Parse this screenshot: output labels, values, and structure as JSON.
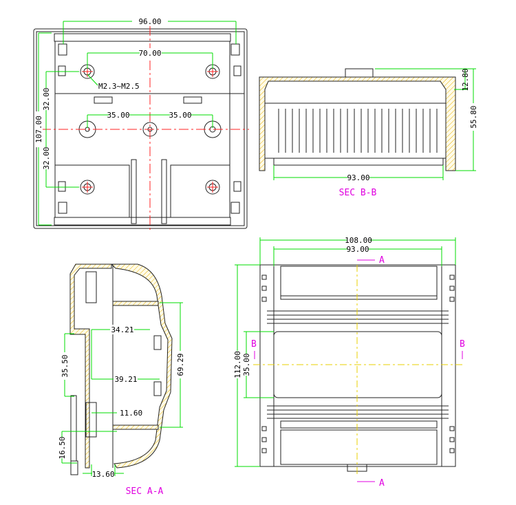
{
  "top_view": {
    "dims": {
      "width_total": "96.00",
      "height_total": "107.00",
      "hole_spacing": "70.00",
      "half_left": "35.00",
      "half_right": "35.00",
      "upper_pitch": "32.00",
      "lower_pitch": "32.00"
    },
    "thread_note": "M2.3~M2.5"
  },
  "section_bb": {
    "title": "SEC B-B",
    "dims": {
      "top_step": "12.80",
      "height": "55.80",
      "inner_width": "93.00"
    }
  },
  "front_view": {
    "dims": {
      "outer_width": "108.00",
      "inner_width": "93.00",
      "height": "112.00",
      "window_height": "35.00"
    },
    "section_marks": {
      "a_top": "A",
      "a_bottom": "A",
      "b_left": "B",
      "b_right": "B"
    }
  },
  "section_aa": {
    "title": "SEC A-A",
    "dims": {
      "d1": "34.21",
      "d2": "39.21",
      "d3": "69.29",
      "d4": "35.50",
      "d5": "11.60",
      "d6": "16.50",
      "d7": "13.60"
    }
  },
  "colors": {
    "dimension": "#00dd00",
    "centerline": "#ff2020",
    "section_label": "#e000e0",
    "hatch": "#e8b000"
  }
}
